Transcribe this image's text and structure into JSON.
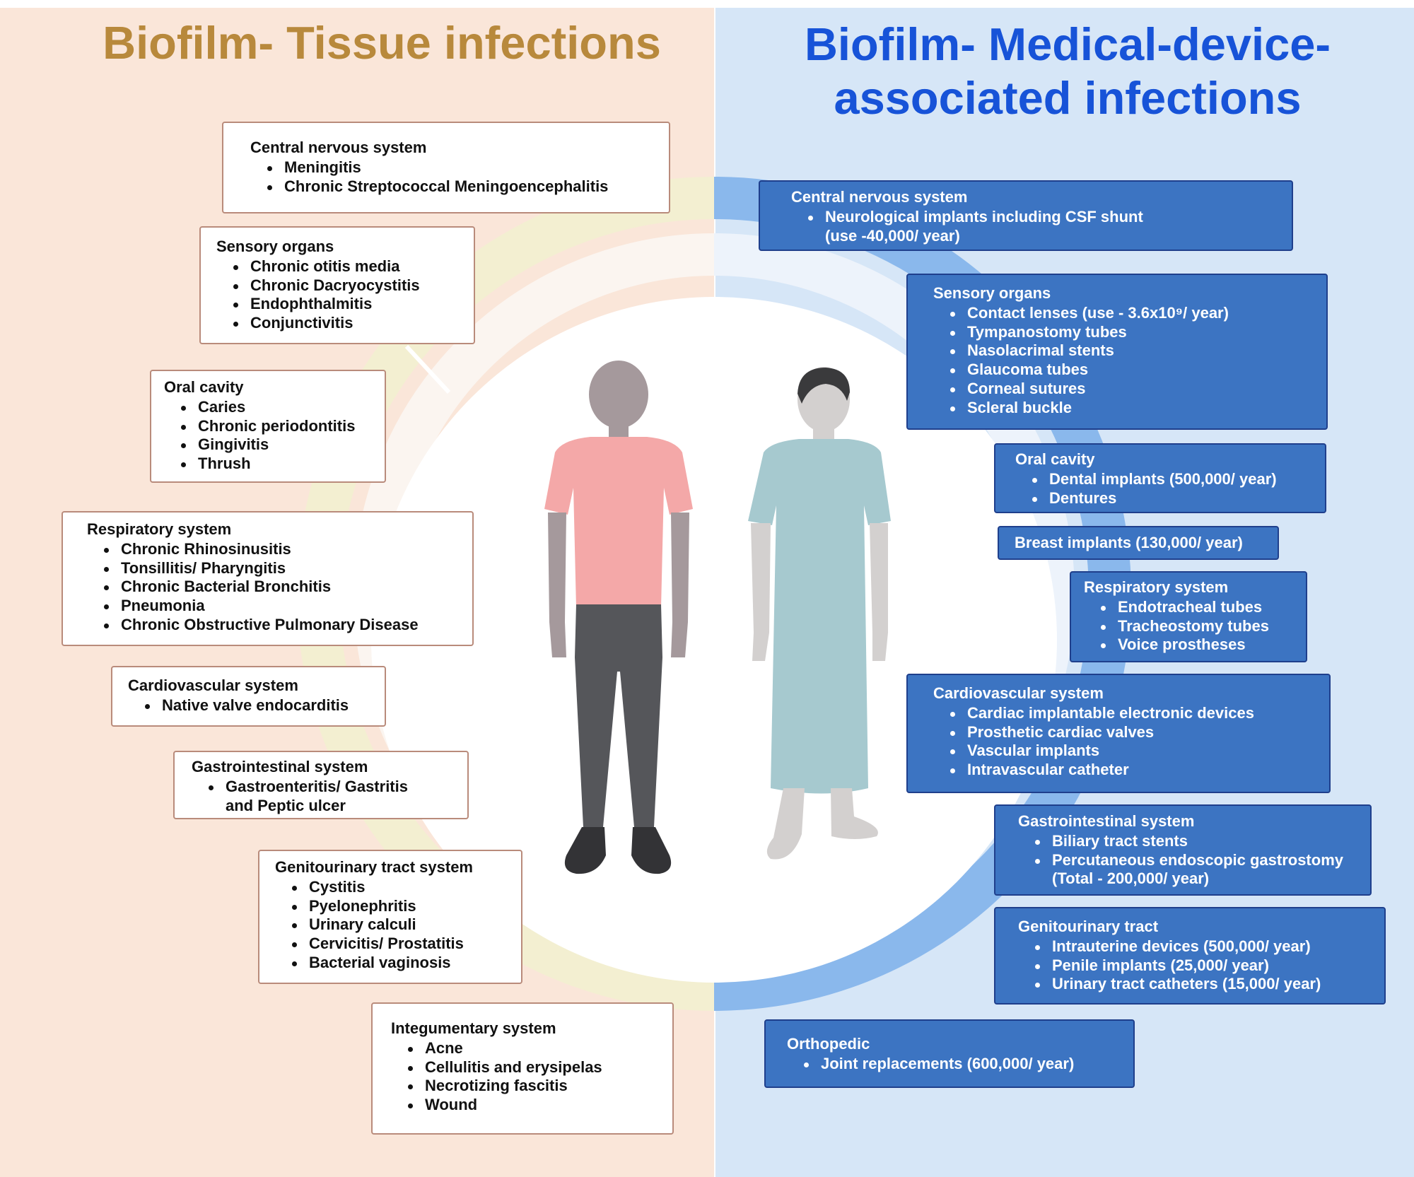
{
  "left_title": "Biofilm- Tissue infections",
  "right_title_line1": "Biofilm- Medical-device-",
  "right_title_line2": "associated infections",
  "tissue_boxes": [
    {
      "heading": "Central nervous system",
      "items": [
        "Meningitis",
        "Chronic Streptococcal Meningoencephalitis"
      ]
    },
    {
      "heading": "Sensory organs",
      "items": [
        "Chronic otitis media",
        "Chronic Dacryocystitis",
        "Endophthalmitis",
        "Conjunctivitis"
      ]
    },
    {
      "heading": "Oral cavity",
      "items": [
        "Caries",
        "Chronic periodontitis",
        "Gingivitis",
        "Thrush"
      ]
    },
    {
      "heading": "Respiratory system",
      "items": [
        "Chronic Rhinosinusitis",
        "Tonsillitis/ Pharyngitis",
        "Chronic Bacterial Bronchitis",
        "Pneumonia",
        "Chronic Obstructive Pulmonary Disease"
      ]
    },
    {
      "heading": "Cardiovascular system",
      "items": [
        "Native valve endocarditis"
      ]
    },
    {
      "heading": "Gastrointestinal system",
      "items": [
        "Gastroenteritis/ Gastritis and Peptic ulcer"
      ]
    },
    {
      "heading": "Genitourinary tract  system",
      "items": [
        "Cystitis",
        "Pyelonephritis",
        "Urinary calculi",
        "Cervicitis/ Prostatitis",
        "Bacterial vaginosis"
      ]
    },
    {
      "heading": "Integumentary system",
      "items": [
        "Acne",
        "Cellulitis and erysipelas",
        "Necrotizing fascitis",
        "Wound"
      ]
    }
  ],
  "device_boxes": [
    {
      "heading": "Central nervous system",
      "items": [
        "Neurological implants including CSF shunt (use -40,000/ year)"
      ]
    },
    {
      "heading": "Sensory organs",
      "items": [
        "Contact lenses (use - 3.6x10⁹/ year)",
        "Tympanostomy tubes",
        "Nasolacrimal stents",
        "Glaucoma tubes",
        "Corneal sutures",
        "Scleral buckle"
      ]
    },
    {
      "heading": "Oral cavity",
      "items": [
        "Dental implants (500,000/ year)",
        "Dentures"
      ]
    },
    {
      "heading": "Breast implants (130,000/ year)",
      "items": []
    },
    {
      "heading": "Respiratory system",
      "items": [
        "Endotracheal tubes",
        "Tracheostomy tubes",
        "Voice prostheses"
      ]
    },
    {
      "heading": "Cardiovascular system",
      "items": [
        "Cardiac implantable electronic devices",
        "Prosthetic cardiac valves",
        "Vascular implants",
        "Intravascular catheter"
      ]
    },
    {
      "heading": "Gastrointestinal system",
      "items": [
        "Biliary tract stents",
        "Percutaneous endoscopic gastrostomy (Total - 200,000/ year)"
      ]
    },
    {
      "heading": "Genitourinary tract",
      "items": [
        "Intrauterine devices (500,000/ year)",
        "Penile implants (25,000/ year)",
        "Urinary tract catheters (15,000/ year)"
      ]
    },
    {
      "heading": "Orthopedic",
      "items": [
        "Joint replacements (600,000/ year)"
      ]
    }
  ],
  "colors": {
    "left_bg": "#fae6d9",
    "right_bg": "#d6e6f7",
    "left_title": "#b8893c",
    "right_title": "#1753d8",
    "device_box": "#3c74c2",
    "tissue_border": "#b98b7b",
    "person_shirt": "#f4a8a8",
    "person_pants": "#55565a",
    "patient_gown": "#a6c9cf"
  }
}
